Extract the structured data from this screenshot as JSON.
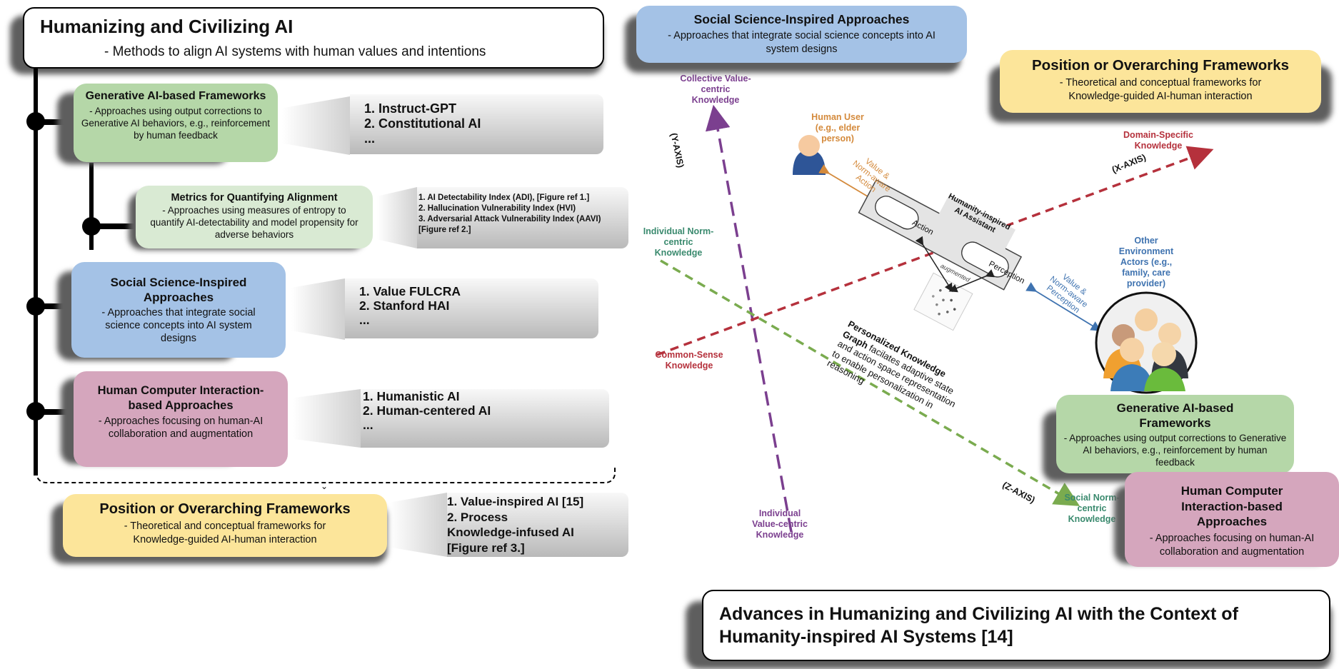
{
  "left_panel": {
    "header": {
      "title": "Humanizing and Civilizing AI",
      "subtitle": "- Methods to align AI systems with human values and intentions"
    },
    "categories": [
      {
        "title": "Generative AI-based Frameworks",
        "desc": "- Approaches using output corrections to Generative AI behaviors, e.g., reinforcement by human feedback",
        "color": "#b5d7a8",
        "examples": [
          "1.  Instruct-GPT",
          "2. Constitutional AI",
          "..."
        ]
      },
      {
        "title": "Metrics for Quantifying Alignment",
        "desc": "- Approaches using measures of entropy to quantify AI-detectability and model propensity for adverse behaviors",
        "color": "#d9ead3",
        "examples": [
          "1. AI Detectability Index (ADI), [Figure ref 1.]",
          "2. Hallucination Vulnerability Index (HVI)",
          "3. Adversarial Attack Vulnerability Index (AAVI)",
          "[Figure ref 2.]"
        ]
      },
      {
        "title": "Social Science-Inspired Approaches",
        "desc": "- Approaches that integrate social science concepts into AI system designs",
        "color": "#a4c2e6",
        "examples": [
          "1. Value FULCRA",
          "2. Stanford HAI",
          "..."
        ]
      },
      {
        "title": "Human Computer Interaction-based Approaches",
        "desc": "- Approaches focusing on human-AI collaboration and augmentation",
        "color": "#d5a6bd",
        "examples": [
          "1. Humanistic AI",
          "2. Human-centered AI",
          "..."
        ]
      },
      {
        "title": "Position or Overarching Frameworks",
        "desc": "- Theoretical and conceptual frameworks for Knowledge-guided AI-human interaction",
        "color": "#fce59a",
        "examples": [
          "1. Value-inspired AI [15]",
          "2. Process",
          "Knowledge-infused AI",
          "[Figure ref 3.]"
        ]
      }
    ]
  },
  "right_panel": {
    "social_box": {
      "title": "Social Science-Inspired Approaches",
      "desc": "- Approaches that integrate social science concepts into AI system designs"
    },
    "position_box": {
      "title": "Position or Overarching Frameworks",
      "desc": "- Theoretical and conceptual frameworks for Knowledge-guided AI-human interaction"
    },
    "generative_box": {
      "title": "Generative AI-based Frameworks",
      "desc": "- Approaches using output corrections to Generative AI behaviors, e.g., reinforcement by human feedback"
    },
    "hci_box": {
      "title": "Human Computer Interaction-based Approaches",
      "desc": "- Approaches focusing on human-AI collaboration and augmentation"
    },
    "footer_title": "Advances in Humanizing and Civilizing AI with the Context of Humanity-inspired AI Systems [14]",
    "axes": {
      "y_axis_label": "(Y-AXIS)",
      "x_axis_label": "(X-AXIS)",
      "z_axis_label": "(Z-AXIS)",
      "y_top": "Collective Value-centric Knowledge",
      "y_bottom": "Individual Value-centric Knowledge",
      "x_right": "Domain-Specific Knowledge",
      "x_left": "Common-Sense Knowledge",
      "z_top": "Individual Norm-centric Knowledge",
      "z_bottom": "Social Norm-centric Knowledge"
    },
    "actors": {
      "human_user": "Human User (e.g., elder person)",
      "other_actors": "Other Environment Actors (e.g., family, care provider)",
      "action_arrow": "Value & Norm-aware Action",
      "perception_arrow": "Value & Norm-aware Perception"
    },
    "assistant": {
      "title": "Humanity-inspired AI Assistant",
      "action": "Action",
      "perception": "Perception",
      "augmented": "augmented"
    },
    "knowledge_graph": {
      "title": "Personalized Knowledge Graph",
      "desc": "facilates adaptive state and action space representation to enable personalization in reasoning"
    },
    "colors": {
      "y_axis": "#7b3f8f",
      "x_axis": "#b5313c",
      "z_axis": "#7aab4f",
      "human_user": "#d48a3c",
      "other_actors": "#3f73b0",
      "norm_label": "#3a8a6e"
    }
  }
}
